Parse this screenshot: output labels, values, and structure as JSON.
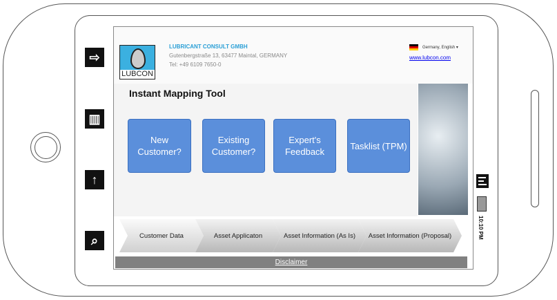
{
  "header": {
    "company": "LUBRICANT CONSULT GMBH",
    "address": "Gutenbergstraße 13, 63477 Maintal, GERMANY",
    "tel": "Tel: +49 6109 7650-0",
    "logo_text": "LUBCON",
    "language": "Germany, English ▾",
    "website": "www.lubcon.com"
  },
  "main": {
    "title": "Instant Mapping Tool",
    "buttons": [
      {
        "label": "New Customer?"
      },
      {
        "label": "Existing Customer?"
      },
      {
        "label": "Expert's Feedback"
      },
      {
        "label": "Tasklist (TPM)"
      }
    ]
  },
  "steps": [
    {
      "label": "Customer Data"
    },
    {
      "label": "Asset Applicaton"
    },
    {
      "label": "Asset Information (As Is)"
    },
    {
      "label": "Asset Information (Proposal)"
    }
  ],
  "footer": {
    "disclaimer": "Disclaimer"
  },
  "status": {
    "time": "10:10 PM"
  },
  "side_icons": {
    "i0": "⇨",
    "i1": "▥",
    "i2": "↑",
    "i3": "⌕"
  }
}
